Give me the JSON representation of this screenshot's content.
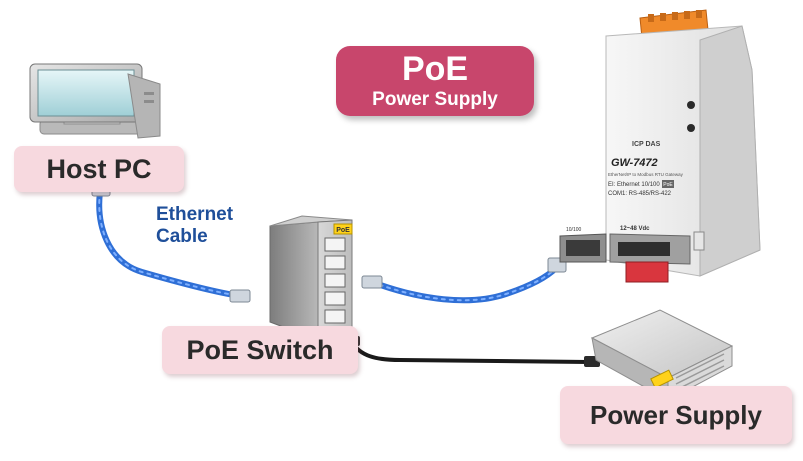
{
  "title": {
    "main": "PoE",
    "sub": "Power Supply"
  },
  "labels": {
    "host_pc": "Host PC",
    "ethernet_cable_line1": "Ethernet",
    "ethernet_cable_line2": "Cable",
    "poe_switch": "PoE Switch",
    "power_supply": "Power Supply"
  },
  "switch": {
    "badge": "PoE"
  },
  "device": {
    "brand": "ICP DAS",
    "model": "GW-7472",
    "description": "EtherNet/IP to Modbus RTU Gateway",
    "spec_line1": "EI: Ethernet 10/100",
    "spec_badge": "PoE",
    "spec_line2": "COM1: RS-485/RS-422",
    "port_label_left": "10/100",
    "port_label_right": "12~48 Vdc"
  },
  "colors": {
    "label_bg": "#f7d9df",
    "title_bg": "#c8466c",
    "cable_blue": "#2f6fd6",
    "cable_black": "#1a1a1a",
    "connector_orange": "#f08a2a",
    "port_red": "#d9363e"
  }
}
